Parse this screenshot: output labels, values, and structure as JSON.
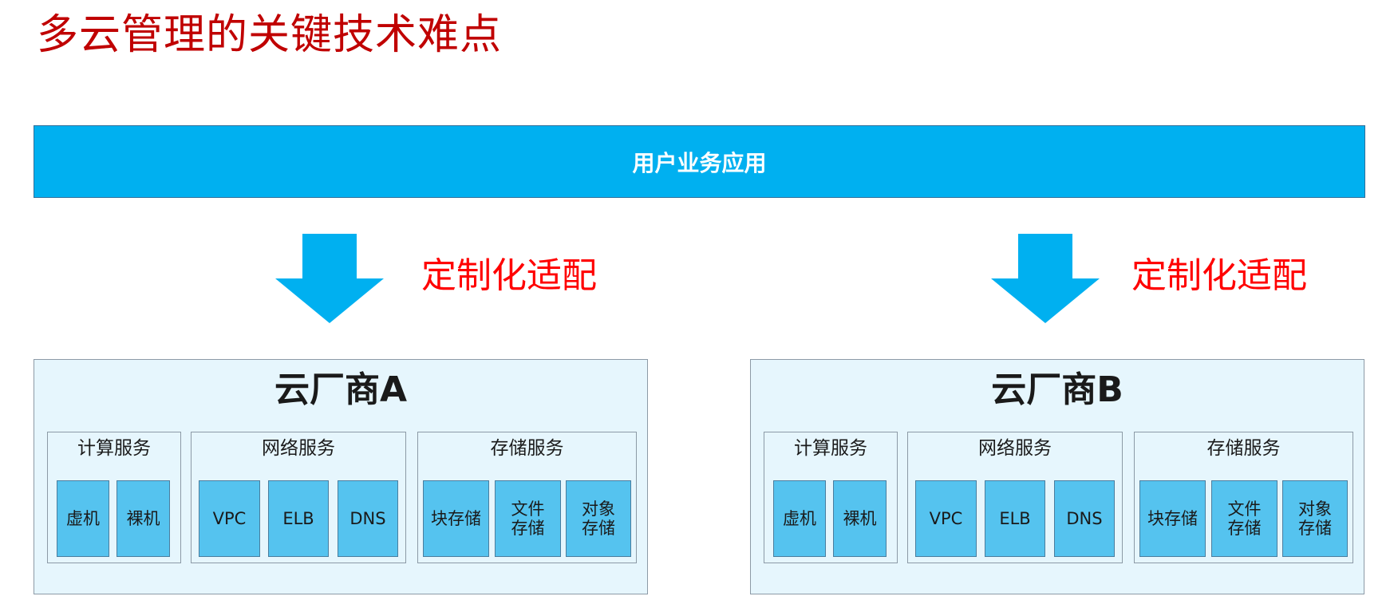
{
  "title": "多云管理的关键技术难点",
  "app_layer": "用户业务应用",
  "adapt_label": "定制化适配",
  "colors": {
    "title": "#c00000",
    "app_bar": "#00b0f0",
    "arrow": "#00b0f0",
    "adapt_label": "#ff0000",
    "vendor_bg": "#e6f6fd",
    "cell": "#55c3ef"
  },
  "vendors": [
    {
      "name": "云厂商A",
      "groups": [
        {
          "title": "计算服务",
          "items": [
            "虚机",
            "裸机"
          ]
        },
        {
          "title": "网络服务",
          "items": [
            "VPC",
            "ELB",
            "DNS"
          ]
        },
        {
          "title": "存储服务",
          "items": [
            "块存储",
            "文件\n存储",
            "对象\n存储"
          ]
        }
      ]
    },
    {
      "name": "云厂商B",
      "groups": [
        {
          "title": "计算服务",
          "items": [
            "虚机",
            "裸机"
          ]
        },
        {
          "title": "网络服务",
          "items": [
            "VPC",
            "ELB",
            "DNS"
          ]
        },
        {
          "title": "存储服务",
          "items": [
            "块存储",
            "文件\n存储",
            "对象\n存储"
          ]
        }
      ]
    }
  ]
}
